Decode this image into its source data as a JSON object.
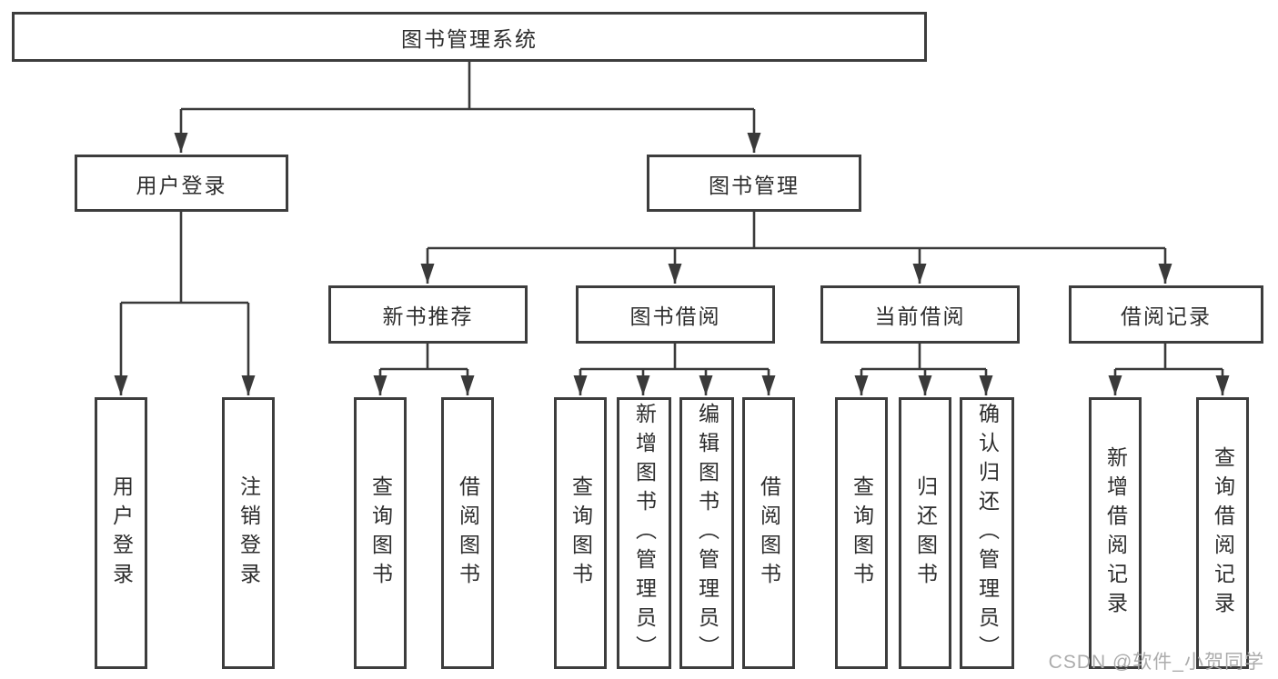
{
  "title": "图书管理系统",
  "branches": {
    "user_login": {
      "label": "用户登录",
      "children": [
        "用户登录",
        "注销登录"
      ]
    },
    "book_mgmt": {
      "label": "图书管理",
      "modules": [
        {
          "label": "新书推荐",
          "children": [
            "查询图书",
            "借阅图书"
          ]
        },
        {
          "label": "图书借阅",
          "children": [
            "查询图书",
            "新增图书（管理员）",
            "编辑图书（管理员）",
            "借阅图书"
          ]
        },
        {
          "label": "当前借阅",
          "children": [
            "查询图书",
            "归还图书",
            "确认归还（管理员）"
          ]
        },
        {
          "label": "借阅记录",
          "children": [
            "新增借阅记录",
            "查询借阅记录"
          ]
        }
      ]
    }
  },
  "watermark": "CSDN @软件_小贺同学",
  "colors": {
    "line": "#3a3a3a",
    "border": "#3d3d3d",
    "text": "#2d2d2d",
    "watermark": "#acacac"
  }
}
